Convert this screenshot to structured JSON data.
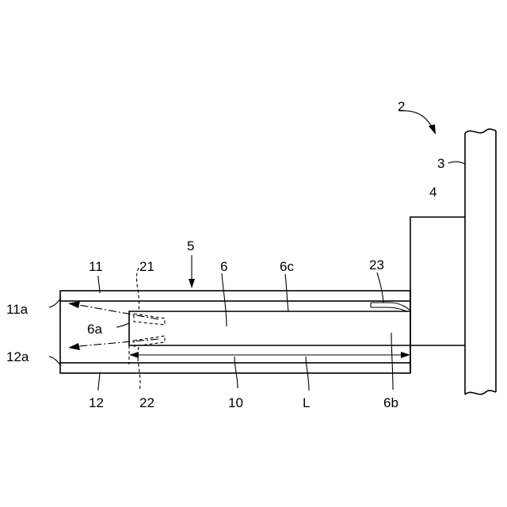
{
  "labels": {
    "n2": "2",
    "n3": "3",
    "n4": "4",
    "n5": "5",
    "n6": "6",
    "n6a": "6a",
    "n6b": "6b",
    "n6c": "6c",
    "n10": "10",
    "n11": "11",
    "n11a": "11a",
    "n12": "12",
    "n12a": "12a",
    "n21": "21",
    "n22": "22",
    "n23": "23",
    "nL": "L"
  }
}
